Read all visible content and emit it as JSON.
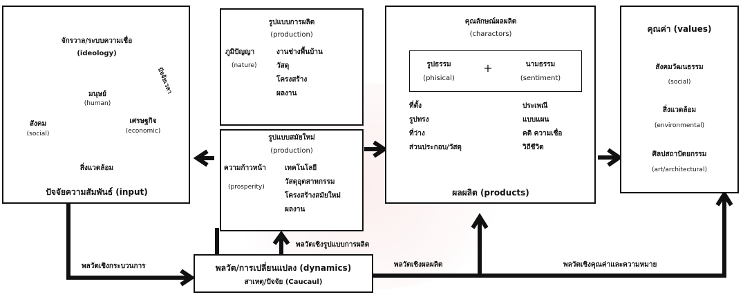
{
  "input": {
    "ideology": "จักรวาล/ระบบความเชื่อ",
    "ideology_en": "(ideology)",
    "human": "มนุษย์",
    "human_en": "(human)",
    "social": "สังคม",
    "social_en": "(social)",
    "economic": "เศรษฐกิจ",
    "economic_en": "(economic)",
    "environment": "สิ่งแวดล้อม",
    "time": "ปัจจัยเวลา",
    "title": "ปัจจัยความสัมพันธ์ (input)"
  },
  "production": {
    "title": "รูปแบบการผลิต",
    "title_en": "(production)",
    "nature": "ภูมิปัญญา",
    "nature_en": "(nature)",
    "items": [
      "งานช่างพื้นบ้าน",
      "วัสดุ",
      "โครงสร้าง",
      "ผลงาน"
    ]
  },
  "modern": {
    "title": "รูปแบบสมัยใหม่",
    "title_en": "(production)",
    "prosperity": "ความก้าวหน้า",
    "prosperity_en": "(prosperity)",
    "items": [
      "เทคโนโลยี",
      "วัสดุอุตสาหกรรม",
      "โครงสร้างสมัยใหม่",
      "ผลงาน"
    ]
  },
  "products": {
    "title": "คุณลักษณ์ผลผลิต",
    "title_en": "(charactors)",
    "physical": "รูปธรรม",
    "physical_en": "(phisical)",
    "plus": "+",
    "sentiment": "นามธรรม",
    "sentiment_en": "(sentiment)",
    "left_items": [
      "ที่ตั้ง",
      "รูปทรง",
      "ที่ว่าง",
      "ส่วนประกอบ/วัสดุ"
    ],
    "right_items": [
      "ประเพณี",
      "แบบแผน",
      "คติ ความเชื่อ",
      "วิถีชีวิต"
    ],
    "footer": "ผลผลิต (products)"
  },
  "values": {
    "title": "คุณค่า (values)",
    "social": "สังคมวัฒนธรรม",
    "social_en": "(social)",
    "environmental": "สิ่งแวดล้อม",
    "environmental_en": "(environmental)",
    "art": "ศิลปสถาปัตยกรรม",
    "art_en": "(art/architectural)"
  },
  "dynamics": {
    "title": "พลวัต/การเปลี่ยนแปลง (dynamics)",
    "subtitle": "สาเหตุ/ปัจจัย (Caucaul)"
  },
  "labels": {
    "process": "พลวัตเชิงกระบวนการ",
    "model": "พลวัตเชิงรูปแบบการผลิต",
    "product": "พลวัตเชิงผลผลิต",
    "value": "พลวัตเชิงคุณค่าและความหมาย"
  }
}
